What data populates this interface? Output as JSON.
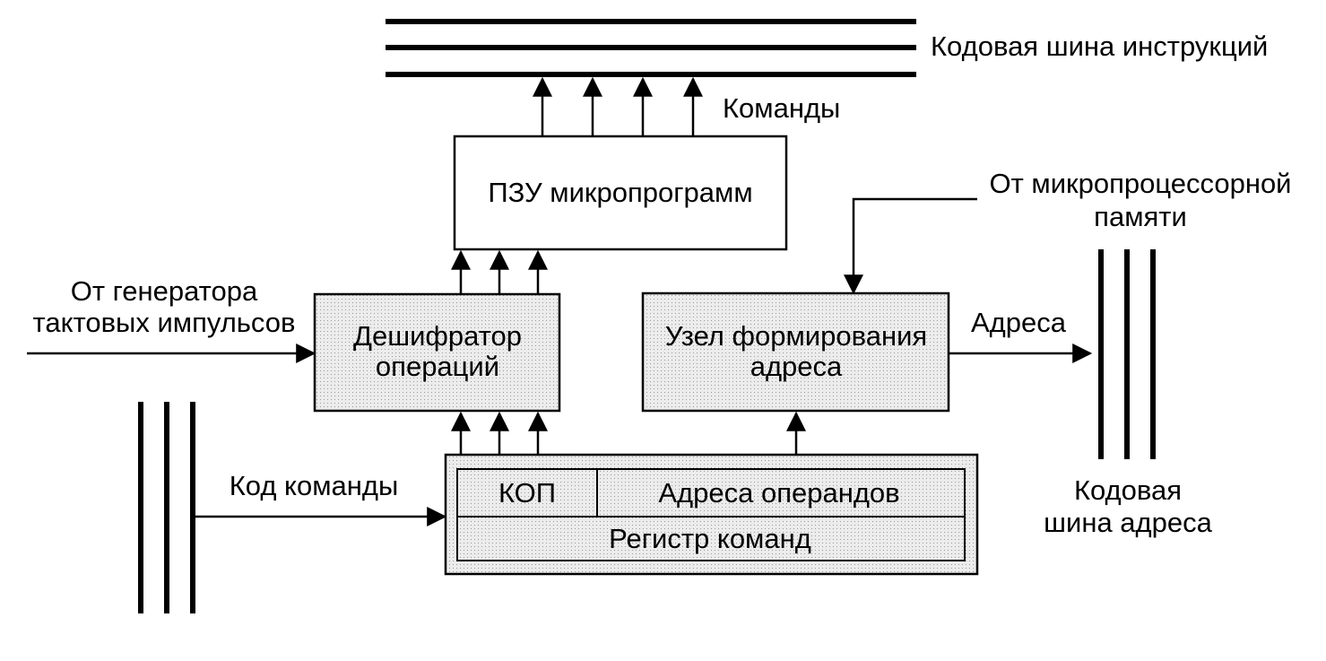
{
  "colors": {
    "ink": "#000000",
    "block_fill": "#e9e9e9",
    "background": "#ffffff"
  },
  "labels": {
    "instruction_bus": "Кодовая шина инструкций",
    "commands": "Команды",
    "rom": "ПЗУ микропрограмм",
    "from_memory_line1": "От микропроцессорной",
    "from_memory_line2": "памяти",
    "from_clock_line1": "От генератора",
    "from_clock_line2": "тактовых импульсов",
    "decoder_line1": "Дешифратор",
    "decoder_line2": "операций",
    "address_unit_line1": "Узел формирования",
    "address_unit_line2": "адреса",
    "addresses": "Адреса",
    "command_code": "Код команды",
    "kop": "КОП",
    "operand_addresses": "Адреса операндов",
    "instruction_register": "Регистр команд",
    "address_bus_line1": "Кодовая",
    "address_bus_line2": "шина адреса"
  }
}
